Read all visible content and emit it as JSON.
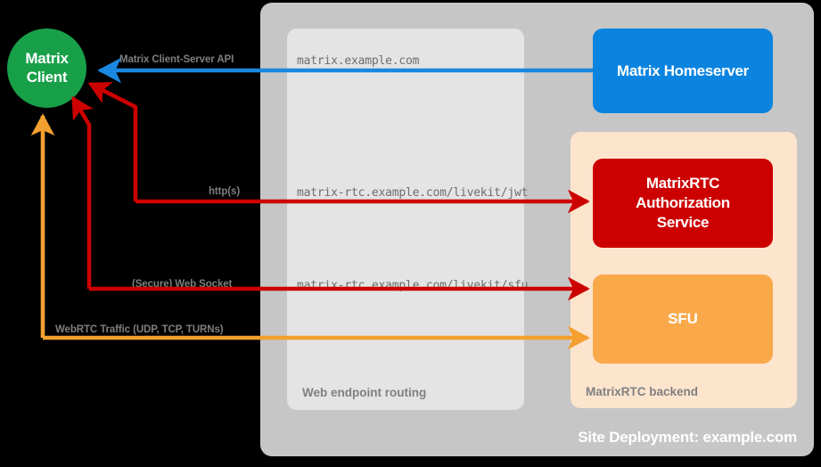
{
  "diagram": {
    "background_color": "#000000",
    "site_panel": {
      "label": "Site Deployment: example.com",
      "color": "#c6c6c6"
    },
    "routing_panel": {
      "label": "Web endpoint routing",
      "color": "#e4e4e4"
    },
    "backend_panel": {
      "label": "MatrixRTC backend",
      "color": "#fce4cd"
    },
    "client": {
      "line1": "Matrix",
      "line2": "Client",
      "color": "#18a049"
    },
    "services": [
      {
        "name": "Matrix Homeserver",
        "color": "#0b84e0"
      },
      {
        "name": "MatrixRTC Authorization Service",
        "color": "#cc0000"
      },
      {
        "name": "SFU",
        "color": "#f9a94a"
      }
    ],
    "homeserver": {
      "label": "Matrix Homeserver"
    },
    "auth_service": {
      "line1": "MatrixRTC",
      "line2": "Authorization",
      "line3": "Service"
    },
    "sfu": {
      "label": "SFU"
    },
    "urls": {
      "homeserver": "matrix.example.com",
      "jwt": "matrix-rtc.example.com/livekit/jwt",
      "sfu": "matrix-rtc.example.com/livekit/sfu"
    },
    "protocols": {
      "client_server_api": "Matrix Client-Server API",
      "https": "http(s)",
      "websocket": "(Secure) Web Socket",
      "webrtc": "WebRTC Traffic (UDP, TCP, TURNs)"
    },
    "connection_colors": {
      "client_server_api": "#1a87e0",
      "https": "#cc0000",
      "websocket": "#cc0000",
      "webrtc": "#f4a030"
    }
  }
}
